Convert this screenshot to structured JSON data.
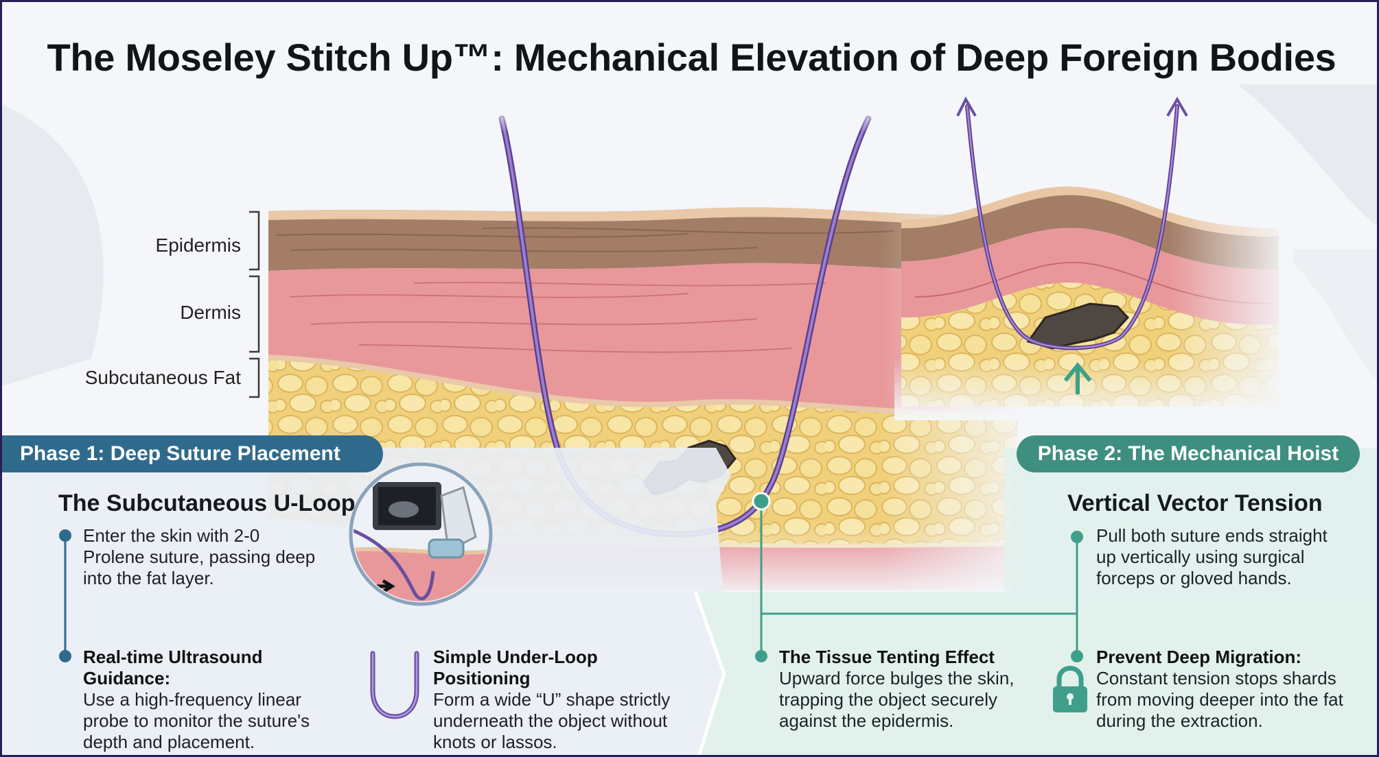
{
  "title": "The Moseley Stitch Up™: Mechanical Elevation of Deep Foreign Bodies",
  "layers": {
    "epidermis": "Epidermis",
    "dermis": "Dermis",
    "fat": "Subcutaneous Fat"
  },
  "phase1": {
    "banner": "Phase 1: Deep Suture Placement",
    "heading": "The Subcutaneous U-Loop",
    "step1": "Enter the skin with 2-0 Prolene suture, passing deep into the fat layer.",
    "step2": {
      "title": "Real-time Ultrasound Guidance:",
      "text": "Use a high-frequency linear probe to monitor the suture's depth and placement."
    },
    "step3": {
      "title": "Simple Under-Loop Positioning",
      "text": "Form a wide “U” shape strictly underneath the object without knots or lassos."
    }
  },
  "phase2": {
    "banner": "Phase 2: The Mechanical Hoist",
    "heading": "Vertical Vector Tension",
    "step1": "Pull both suture ends straight up vertically using surgical forceps or gloved hands.",
    "step2": {
      "title": "The Tissue Tenting Effect",
      "text": "Upward force bulges the skin, trapping the object securely against the epidermis."
    },
    "step3": {
      "title": "Prevent Deep Migration:",
      "text": "Constant tension stops shards from moving deeper into the fat during the extraction."
    }
  },
  "icons": {
    "ultrasound": "ultrasound-probe-icon",
    "u_loop": "u-shape-icon",
    "lock": "padlock-icon",
    "up_arrow": "arrow-up-icon"
  },
  "colors": {
    "suture": "#7a5ab0",
    "phase1": "#2f6a8c",
    "phase2": "#3f8f80",
    "epidermis": "#9a7560",
    "dermis": "#e8989a",
    "fat": "#f2d98a"
  }
}
